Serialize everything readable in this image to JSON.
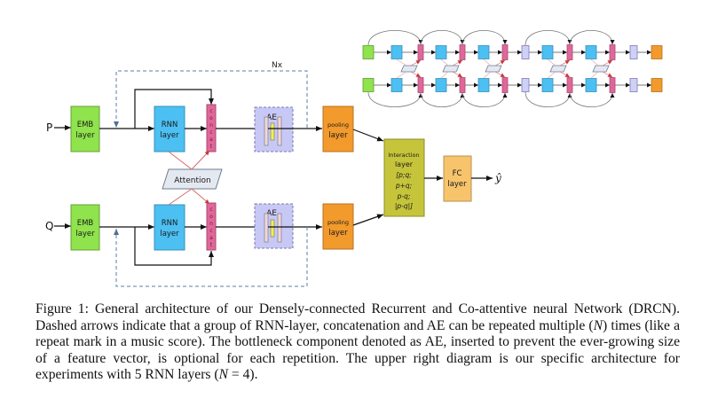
{
  "figure": {
    "inputs": {
      "p": "P",
      "q": "Q"
    },
    "output_label": "ŷ",
    "repeat_label": "Nx",
    "emb_layer": {
      "line1": "EMB",
      "line2": "layer"
    },
    "rnn_layer": {
      "line1": "RNN",
      "line2": "layer"
    },
    "concat_label": [
      "c",
      "o",
      "n",
      "c",
      "a",
      "t"
    ],
    "ae_label": "AE",
    "attention_label": "Attention",
    "pooling_layer": {
      "line1": "pooling",
      "line2": "layer"
    },
    "interaction_layer": {
      "title1": "Interaction",
      "title2": "layer",
      "ops": [
        "[p;q;",
        "p+q;",
        "p-q;",
        "|p-q|]"
      ]
    },
    "fc_layer": {
      "line1": "FC",
      "line2": "layer"
    },
    "colors": {
      "emb": "#8fe34c",
      "rnn": "#4cc0f2",
      "concat": "#e0679a",
      "ae_bg": "#c8c8f7",
      "ae_bar": "#f0d7dc",
      "ae_center": "#f2ef4c",
      "attention": "#e4e9f1",
      "pooling": "#f29a2c",
      "interaction": "#c6c43a",
      "fc": "#f7c46c",
      "ae_small": "#cfd0f5",
      "attention_arrow": "#d96a6a",
      "dashed": "#5a7fa8"
    },
    "mini_diagram": {
      "sequence": [
        "emb",
        "rnn",
        "concat",
        "rnn",
        "concat",
        "rnn",
        "concat",
        "ae",
        "rnn",
        "concat",
        "rnn",
        "concat",
        "ae",
        "pool"
      ]
    }
  },
  "caption": {
    "label": "Figure 1:",
    "text_1": "General architecture of our Densely-connected Recurrent and Co-attentive neural Network (DRCN). Dashed arrows indicate that a group of RNN-layer, concatenation and AE can be repeated multiple (",
    "n_symbol": "N",
    "text_2": ") times (like a repeat mark in a music score). The bottleneck component denoted as AE, inserted to prevent the ever-growing size of a feature vector, is optional for each repetition. The upper right diagram is our specific architecture for experiments with 5 RNN layers (",
    "n_eq": "N",
    "text_3": " = 4)."
  }
}
